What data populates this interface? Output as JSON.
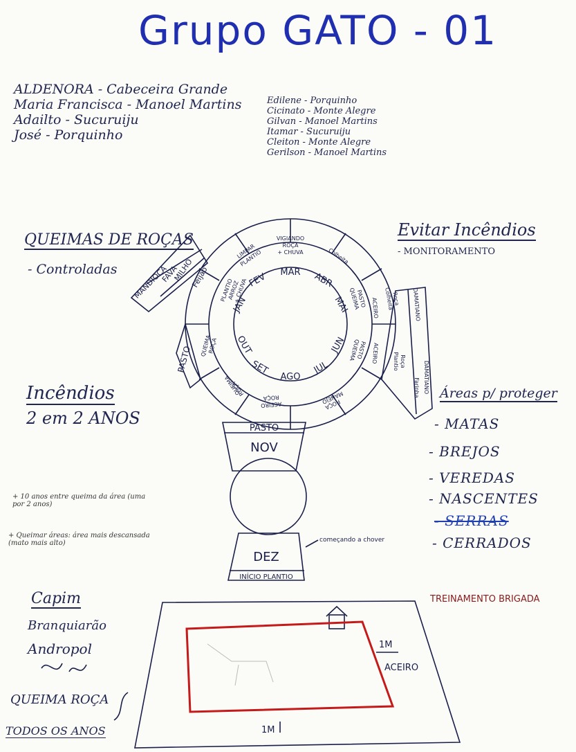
{
  "title": "Grupo GATO - 01",
  "members_left": [
    "ALDENORA - Cabeceira Grande",
    "Maria Francisca - Manoel Martins",
    "Adailto - Sucuruiju",
    "José - Porquinho"
  ],
  "members_right": [
    "Edilene - Porquinho",
    "Cicinato - Monte Alegre",
    "Gilvan - Manoel Martins",
    "Itamar - Sucuruiju",
    "Cleiton - Monte Alegre",
    "Gerilson - Manoel Martins"
  ],
  "queimas": {
    "heading": "QUEIMAS DE ROÇAS",
    "item": "- Controladas"
  },
  "evitar": {
    "heading": "Evitar Incêndios",
    "item": "- MONITORAMENTO"
  },
  "incendios": {
    "heading": "Incêndios",
    "sub": "2 em 2 ANOS"
  },
  "areas": {
    "heading": "Áreas p/ proteger",
    "items": [
      "- MATAS",
      "- BREJOS",
      "- VEREDAS",
      "- NASCENTES",
      "- SERRAS",
      "- CERRADOS"
    ]
  },
  "notes": [
    "+ 10 anos entre queima da área (uma por 2 anos)",
    "+ Queimar áreas: área mais descansada (mato mais alto)"
  ],
  "calendar": {
    "months": [
      "JAN",
      "FEV",
      "MAR",
      "ABR",
      "MAI",
      "JUN",
      "JUL",
      "AGO",
      "SET",
      "OUT"
    ],
    "inner_ring": [
      {
        "a": "PLANTIO",
        "b": "ARROZ",
        "c": "+ CHUVA"
      },
      {
        "a": "LIMPAR",
        "b": "PLANTIO"
      },
      {
        "a": "VIGIANDO",
        "b": "ROÇA",
        "c": "+ CHUVA"
      },
      {
        "a": "Colheita"
      },
      {
        "a": "QUEIMA",
        "b": "PASTO"
      },
      {
        "a": "ACEIRO"
      },
      {
        "a": "ACEIRO"
      },
      {
        "a": "QUEIMA",
        "b": "PASTO"
      },
      {
        "a": "MANEJO",
        "b": "ROÇA"
      },
      {
        "a": "ACEIRO",
        "b": "ROÇA"
      },
      {
        "a": "QUEIMA",
        "b": "ROÇA"
      },
      {
        "a": "QUEIMA",
        "b": "ROÇA"
      }
    ],
    "left_outer": [
      "Feijão",
      "MILHO",
      "FAVA",
      "MANDIOCA"
    ],
    "left_lower": "PASTO",
    "right_outer": [
      "Colheita",
      "Roça",
      "DAMATIANO",
      "Plantio",
      "Roça",
      "Farinha",
      "DAMATIANO"
    ],
    "nov": {
      "top": "PASTO",
      "label": "NOV"
    },
    "dez": {
      "label": "DEZ",
      "bottom": "INÍCIO PLANTIO",
      "note": "começando a chover"
    }
  },
  "capim": {
    "heading": "Capim",
    "items": [
      "Branquiarão",
      "Andropol"
    ],
    "queima": "QUEIMA ROÇA",
    "todos": "TODOS OS ANOS"
  },
  "treinamento": "TREINAMENTO BRIGADA",
  "map": {
    "right_dist": "1M",
    "aceiro": "ACEIRO",
    "bottom_dist": "1M"
  }
}
